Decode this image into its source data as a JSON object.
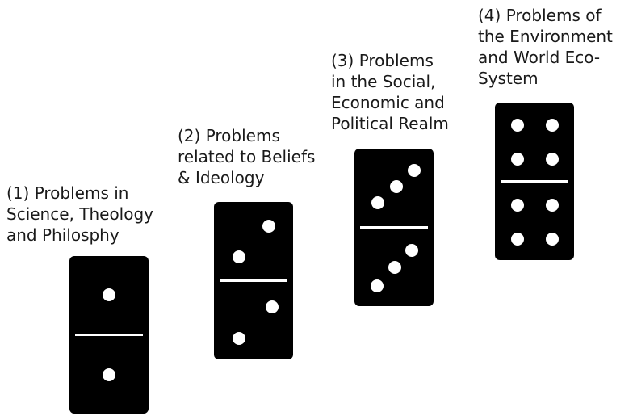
{
  "colors": {
    "domino": "#000000",
    "pip": "#ffffff",
    "text": "#1a1a1a"
  },
  "groups": [
    {
      "caption": "(1) Problems in\nScience, Theology\nand Philosphy",
      "top_pips": 1,
      "bottom_pips": 1
    },
    {
      "caption": "(2) Problems\nrelated to Beliefs\n& Ideology",
      "top_pips": 2,
      "bottom_pips": 2
    },
    {
      "caption": "(3) Problems\nin the Social,\nEconomic and\nPolitical Realm",
      "top_pips": 3,
      "bottom_pips": 3
    },
    {
      "caption": "(4) Problems of\nthe Environment\nand World Eco-\nSystem",
      "top_pips": 4,
      "bottom_pips": 4
    }
  ]
}
